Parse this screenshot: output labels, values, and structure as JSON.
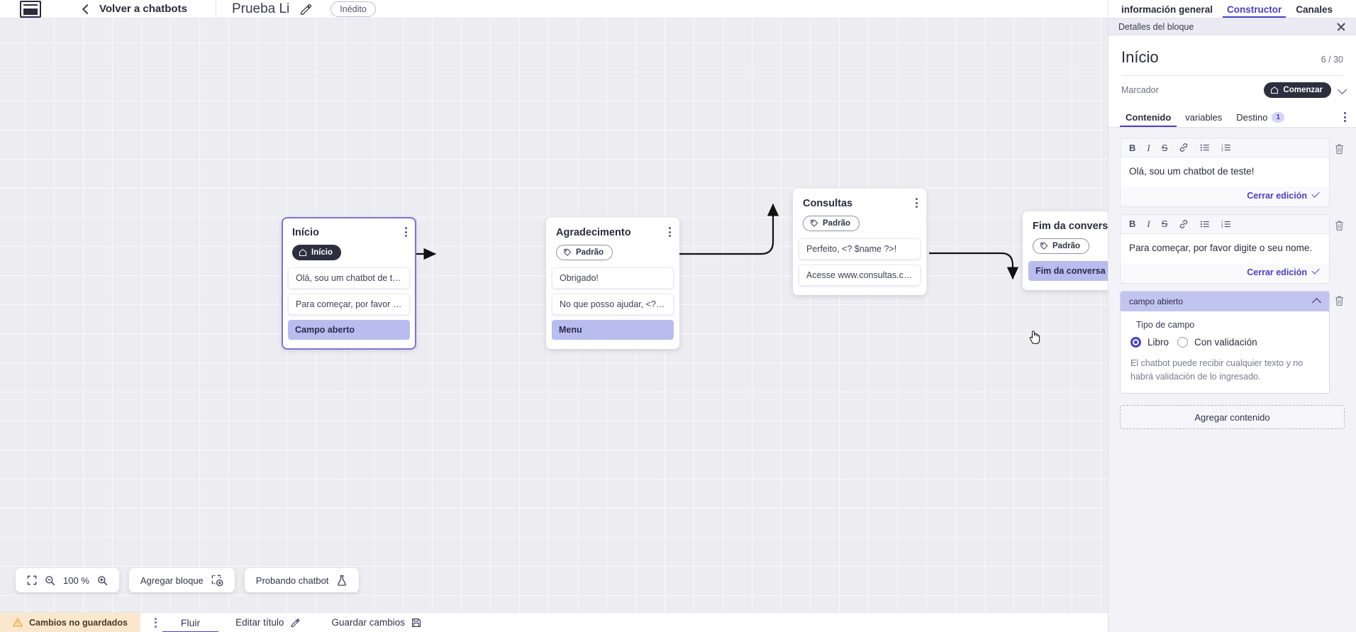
{
  "topbar": {
    "logo_name": "brand-logo",
    "back_label": "Volver a chatbots",
    "bot_title": "Prueba Li",
    "status_badge": "Inédito"
  },
  "canvas": {
    "zoom_level": "100 %",
    "toolbar": {
      "fit_icon": "fit-screen-icon",
      "zoom_out_icon": "zoom-out-icon",
      "zoom_in_icon": "zoom-in-icon",
      "add_block_label": "Agregar bloque",
      "add_block_icon": "add-block-icon",
      "test_label": "Probando chatbot",
      "test_icon": "flask-icon"
    },
    "nodes": [
      {
        "id": "inicio",
        "title": "Início",
        "tag": "Início",
        "tag_style": "dark",
        "tag_icon": "home-icon",
        "selected": true,
        "messages": [
          {
            "text": "Olá, sou um chatbot de teste!",
            "type": "message"
          },
          {
            "text": "Para começar, por favor digite o ...",
            "type": "message"
          },
          {
            "text": "Campo aberto",
            "type": "input"
          }
        ]
      },
      {
        "id": "agradecimento",
        "title": "Agradecimento",
        "tag": "Padrão",
        "tag_style": "outline",
        "tag_icon": "tag-icon",
        "selected": false,
        "messages": [
          {
            "text": "Obrigado!",
            "type": "message"
          },
          {
            "text": "No que posso ajudar, <? $name ...",
            "type": "message"
          },
          {
            "text": "Menu",
            "type": "input"
          }
        ]
      },
      {
        "id": "consultas",
        "title": "Consultas",
        "tag": "Padrão",
        "tag_style": "outline",
        "tag_icon": "tag-icon",
        "selected": false,
        "messages": [
          {
            "text": "Perfeito, <? $name ?>!",
            "type": "message"
          },
          {
            "text": "Acesse www.consultas.com par...",
            "type": "message"
          }
        ]
      },
      {
        "id": "fim",
        "title": "Fim da conversa",
        "tag": "Padrão",
        "tag_style": "outline",
        "tag_icon": "tag-icon",
        "selected": false,
        "messages": [
          {
            "text": "Fim da conversa",
            "type": "input"
          }
        ]
      }
    ]
  },
  "footer": {
    "warning": "Cambios no guardados",
    "warning_icon": "warning-triangle-icon",
    "kebab_icon": "more-options-icon",
    "tab_flow": "Fluir",
    "edit_title": "Editar título",
    "edit_title_icon": "pencil-icon",
    "save_changes": "Guardar cambios",
    "save_icon": "save-disk-icon"
  },
  "panel": {
    "tabs": [
      {
        "label": "información general",
        "active": false
      },
      {
        "label": "Constructor",
        "active": true
      },
      {
        "label": "Canales",
        "active": false
      }
    ],
    "subheader": "Detalles del bloque",
    "close_icon": "close-icon",
    "block_title": "Início",
    "block_count": "6 / 30",
    "marker_label": "Marcador",
    "marker_value": "Comenzar",
    "marker_icon": "home-icon",
    "marker_chevron": "chevron-down-icon",
    "content_tabs": [
      {
        "label": "Contenido",
        "badge": "",
        "active": true
      },
      {
        "label": "variables",
        "badge": "",
        "active": false
      },
      {
        "label": "Destino",
        "badge": "1",
        "active": false
      }
    ],
    "content_kebab": "more-options-icon",
    "rich_toolbar": [
      "B",
      "I",
      "S",
      "link-icon",
      "bullet-list-icon",
      "numbered-list-icon"
    ],
    "editors": [
      {
        "text": "Olá, sou um chatbot de teste!",
        "close_label": "Cerrar edición",
        "delete_icon": "trash-icon"
      },
      {
        "text": "Para começar, por favor digite o seu nome.",
        "close_label": "Cerrar edición",
        "delete_icon": "trash-icon"
      }
    ],
    "field_block": {
      "header": "campo abierto",
      "collapse_icon": "chevron-up-icon",
      "delete_icon": "trash-icon",
      "type_label": "Tipo de campo",
      "options": [
        {
          "label": "Libro",
          "selected": true
        },
        {
          "label": "Con validación",
          "selected": false
        }
      ],
      "note": "El chatbot puede recibir cualquier texto y no habrá validación de lo ingresado."
    },
    "add_content_label": "Agregar contenido"
  },
  "colors": {
    "accent": "#4a40c4",
    "input_chip": "#b9bcee",
    "canvas_bg": "#edecf1",
    "warning_bg": "#fbe7cd",
    "dark_tag": "#2e2e3f"
  }
}
